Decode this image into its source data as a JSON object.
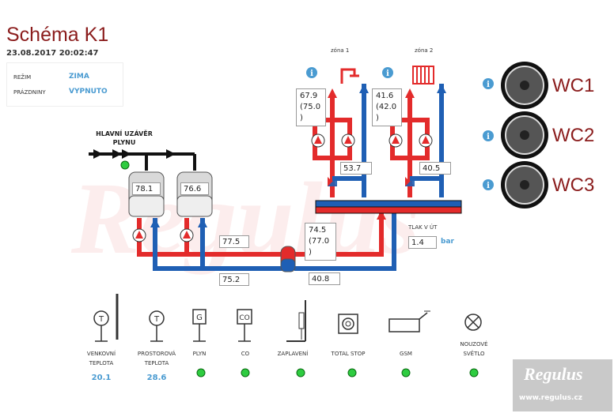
{
  "header": {
    "title": "Schéma K1",
    "datetime": "23.08.2017 20:02:47"
  },
  "modes": [
    {
      "label": "REŽIM",
      "value": "ZIMA"
    },
    {
      "label": "PRÁZDNINY",
      "value": "VYPNUTO"
    }
  ],
  "gas": {
    "label_line1": "HLAVNÍ UZÁVĚR",
    "label_line2": "PLYNU"
  },
  "boilers": {
    "temp1": "78.1",
    "temp2": "76.6"
  },
  "zones": {
    "zone1": {
      "label": "zóna 1",
      "temp": "67.9",
      "setpoint": "(75.0 )",
      "return_temp": "53.7"
    },
    "zone2": {
      "label": "zóna 2",
      "temp": "41.6",
      "setpoint": "(42.0 )",
      "return_temp": "40.5"
    }
  },
  "circuit": {
    "supply_temp": "77.5",
    "return_temp": "75.2",
    "header_temp": "74.5",
    "header_setpoint": "(77.0 )",
    "bottom_right_temp": "40.8"
  },
  "pressure": {
    "label": "TLAK V ÚT",
    "value": "1.4",
    "unit": "bar"
  },
  "wc_units": [
    "WC1",
    "WC2",
    "WC3"
  ],
  "sensors": [
    {
      "label1": "VENKOVNÍ",
      "label2": "TEPLOTA",
      "value": "20.1"
    },
    {
      "label1": "PROSTOROVÁ",
      "label2": "TEPLOTA",
      "value": "28.6"
    },
    {
      "label1": "PLYN",
      "label2": ""
    },
    {
      "label1": "CO",
      "label2": ""
    },
    {
      "label1": "ZAPLAVENÍ",
      "label2": ""
    },
    {
      "label1": "TOTAL STOP",
      "label2": ""
    },
    {
      "label1": "GSM",
      "label2": ""
    },
    {
      "label1": "NOUZOVÉ",
      "label2": "SVĚTLO"
    }
  ],
  "sensor_icons": {
    "temp_symbol": "T",
    "gas_symbol": "G",
    "co_symbol": "CO"
  },
  "brand": {
    "name": "Regulus",
    "url": "www.regulus.cz"
  },
  "colors": {
    "title": "#8b1d1d",
    "accent": "#4a9bd1",
    "hot": "#e32b2b",
    "cold": "#1f5fb4",
    "ok": "#2ecc40"
  }
}
